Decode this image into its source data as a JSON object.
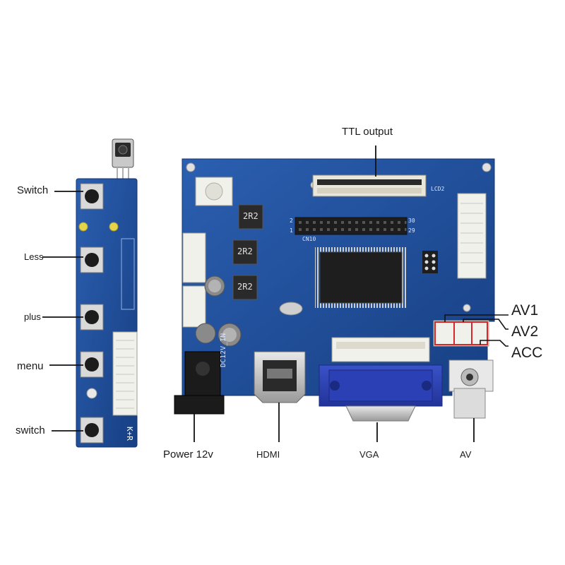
{
  "left_labels": {
    "switch_top": "Switch",
    "less": "Less",
    "plus": "plus",
    "menu": "menu",
    "switch_bottom": "switch"
  },
  "board_labels": {
    "ttl_output": "TTL output",
    "av1": "AV1",
    "av2": "AV2",
    "acc": "ACC",
    "power": "Power 12v",
    "hdmi": "HDMI",
    "vga": "VGA",
    "av": "AV"
  },
  "silkscreen": {
    "dc_in": "DC12V_IN",
    "lcd2": "LCD2",
    "cn10": "CN10",
    "inductor_1": "2R2",
    "inductor_2": "2R2",
    "inductor_3": "2R2",
    "pin_30": "30",
    "pin_29": "29",
    "pin_2": "2",
    "pin_1": "1",
    "keypad_label": "K+R"
  },
  "colors": {
    "pcb_blue": "#1f4f9a",
    "pcb_dark": "#163c7a",
    "vga_blue": "#2a3fb0",
    "connector_white": "#f1f1ec",
    "leader_line": "#111111",
    "highlight_red": "#d8262b"
  }
}
